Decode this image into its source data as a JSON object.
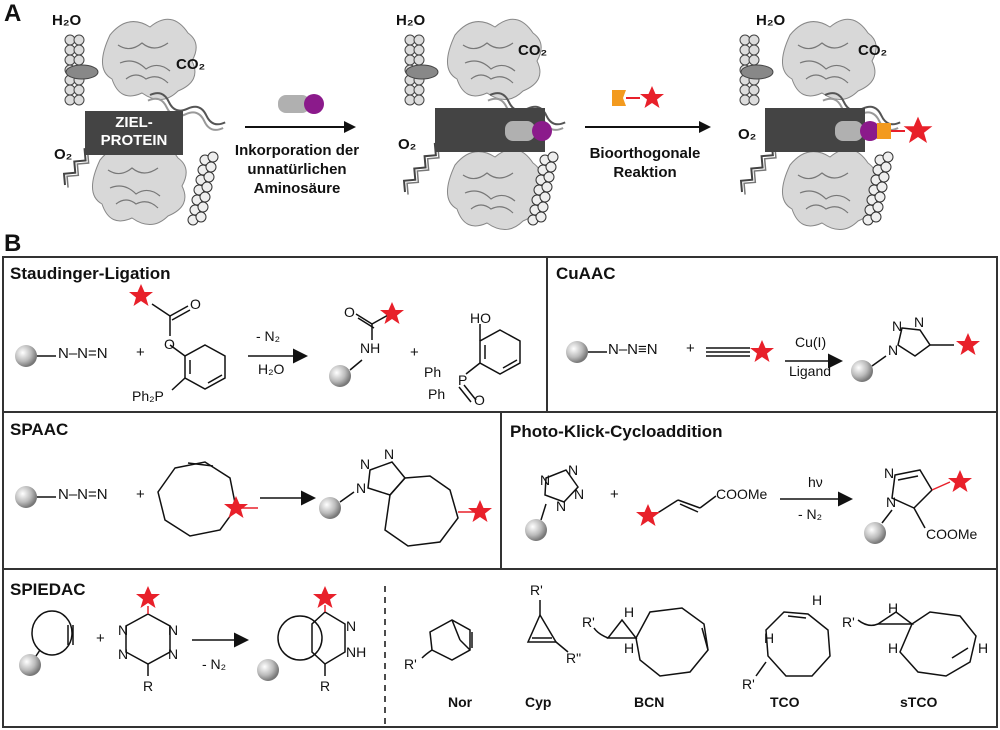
{
  "panel_a": {
    "letter": "A",
    "water": "H₂O",
    "co2": "CO₂",
    "o2": "O₂",
    "target_protein_line1": "ZIEL-",
    "target_protein_line2": "PROTEIN",
    "step1_line1": "Inkorporation der",
    "step1_line2": "unnatürlichen",
    "step1_line3": "Aminosäure",
    "step2_line1": "Bioorthogonale",
    "step2_line2": "Reaktion"
  },
  "panel_b": {
    "letter": "B",
    "staudinger": {
      "title": "Staudinger-Ligation",
      "cond_top": "- N₂",
      "cond_bottom": "H₂O",
      "azide": "N–N=N",
      "nh": "NH",
      "o": "O",
      "ph2p": "Ph₂P",
      "ho": "HO",
      "ph": "Ph",
      "p": "P",
      "plus": "+"
    },
    "cuaac": {
      "title": "CuAAC",
      "cond_top": "Cu(I)",
      "cond_bottom": "Ligand",
      "azide": "N–N≡N",
      "n": "N",
      "plus": "+"
    },
    "spaac": {
      "title": "SPAAC",
      "azide": "N–N=N",
      "n": "N",
      "plus": "+"
    },
    "photo": {
      "title": "Photo-Klick-Cycloaddition",
      "cond_top": "hν",
      "cond_bottom": "- N₂",
      "coome": "COOMe",
      "n": "N",
      "plus": "+"
    },
    "spiedac": {
      "title": "SPIEDAC",
      "cond": "- N₂",
      "r": "R",
      "n": "N",
      "nh": "NH",
      "r_prime": "R'",
      "r_double_prime": "R\"",
      "h": "H",
      "plus": "+",
      "dienophiles": [
        "Nor",
        "Cyp",
        "BCN",
        "TCO",
        "sTCO"
      ]
    }
  },
  "colors": {
    "star": "#e8202a",
    "alkyne_purple": "#8b1a8b",
    "orange": "#f39a1e",
    "protein_box": "#444444",
    "grey_cap": "#b0b0b0"
  }
}
